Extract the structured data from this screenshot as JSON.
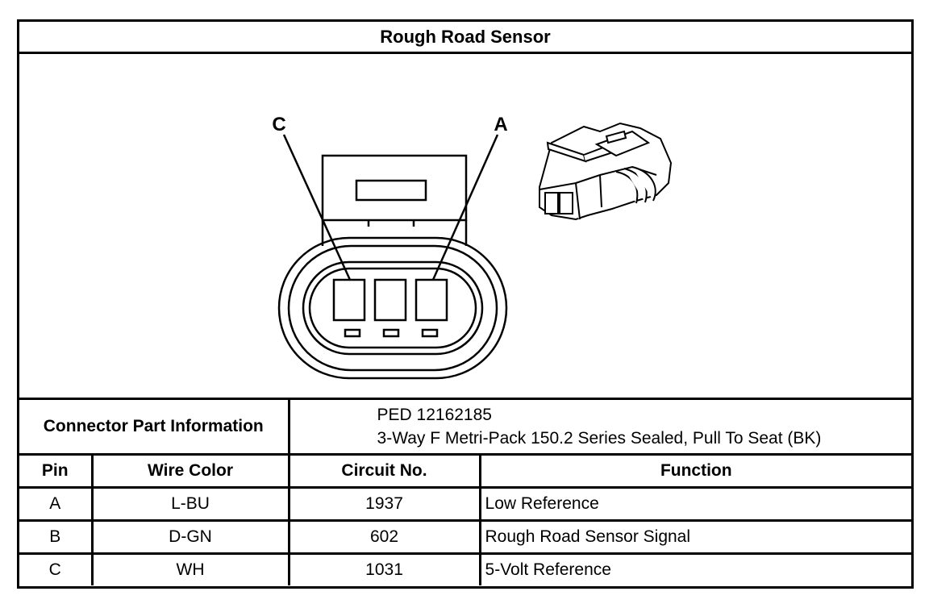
{
  "title": "Rough Road Sensor",
  "drawing": {
    "pin_labels": {
      "left": "C",
      "right": "A"
    }
  },
  "connector_part_info": {
    "label": "Connector Part Information",
    "line1": "PED 12162185",
    "line2": "3-Way F Metri-Pack 150.2 Series Sealed, Pull To Seat (BK)"
  },
  "table": {
    "headers": [
      "Pin",
      "Wire Color",
      "Circuit No.",
      "Function"
    ],
    "rows": [
      {
        "pin": "A",
        "wire_color": "L-BU",
        "circuit": "1937",
        "function": "Low Reference"
      },
      {
        "pin": "B",
        "wire_color": "D-GN",
        "circuit": "602",
        "function": "Rough Road Sensor Signal"
      },
      {
        "pin": "C",
        "wire_color": "WH",
        "circuit": "1031",
        "function": "5-Volt Reference"
      }
    ]
  }
}
